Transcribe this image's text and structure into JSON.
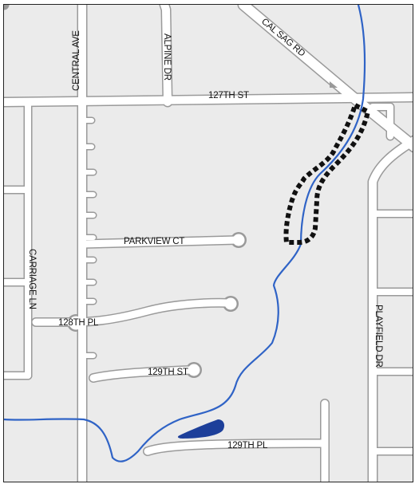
{
  "map": {
    "street_labels": {
      "central_ave": "CENTRAL AVE",
      "alpine_dr": "ALPINE DR",
      "cal_sag_rd": "CAL SAG RD",
      "st_127": "127TH ST",
      "parkview_ct": "PARKVIEW CT",
      "carriage_ln": "CARRIAGE LN",
      "pl_128": "128TH PL",
      "st_129": "129TH ST",
      "playfield_dr": "PLAYFIELD DR",
      "pl_129": "129TH PL"
    },
    "colors": {
      "background": "#ebebeb",
      "road_fill": "#ffffff",
      "road_outline": "#9a9a9a",
      "creek": "#2f63c6",
      "pond": "#1d3f9a",
      "highlight_border": "#111111"
    }
  }
}
